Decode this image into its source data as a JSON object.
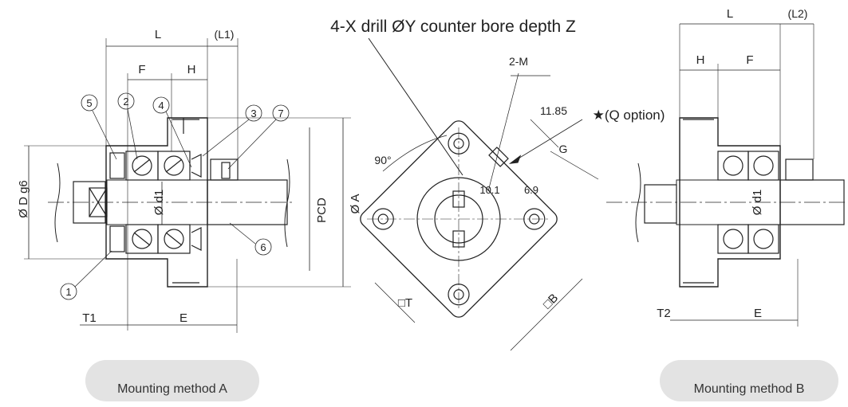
{
  "title": "4-X drill ØY counter bore depth Z",
  "colors": {
    "line": "#222222",
    "pill_bg": "#e3e3e3",
    "text": "#333333"
  },
  "method_a": {
    "caption": "Mounting method A",
    "dims": {
      "L": "L",
      "L1": "(L1)",
      "F": "F",
      "H": "H",
      "PCD": "PCD",
      "A": "Ø A",
      "D": "Ø D g6",
      "d1": "Ø d1",
      "T1": "T1",
      "E": "E"
    },
    "balloons": [
      "1",
      "2",
      "3",
      "4",
      "5",
      "6",
      "7"
    ]
  },
  "center_view": {
    "labels": {
      "M": "2-M",
      "v1185": "11.85",
      "Q": "★(Q option)",
      "G": "G",
      "angle": "90°",
      "v101": "10.1",
      "v69": "6.9",
      "T": "□T",
      "B": "□B"
    }
  },
  "method_b": {
    "caption": "Mounting method B",
    "dims": {
      "L": "L",
      "L2": "(L2)",
      "H": "H",
      "F": "F",
      "d1": "Ø d1",
      "T2": "T2",
      "E": "E"
    }
  }
}
